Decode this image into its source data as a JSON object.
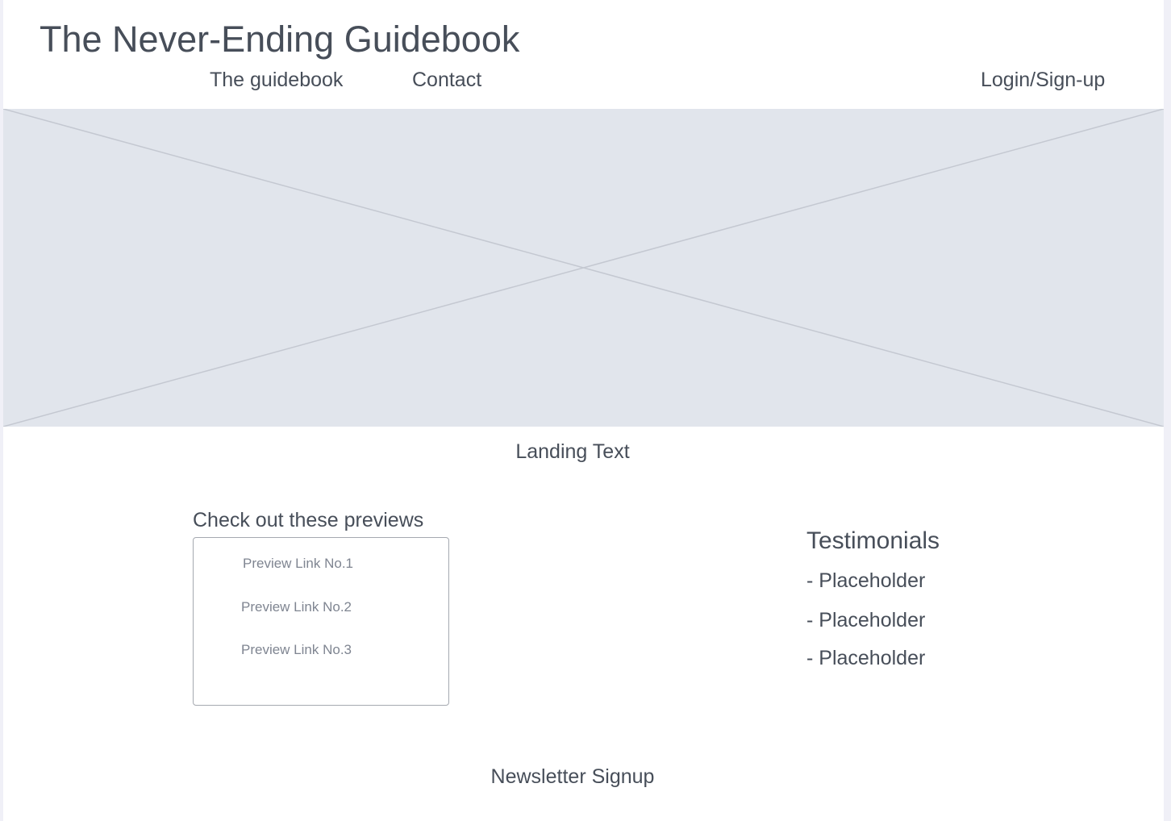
{
  "header": {
    "title": "The Never-Ending Guidebook",
    "nav": {
      "guidebook": "The guidebook",
      "contact": "Contact",
      "login": "Login/Sign-up"
    }
  },
  "hero": {
    "placeholder_icon": "image-placeholder-cross"
  },
  "landing": {
    "text": "Landing Text"
  },
  "previews": {
    "heading": "Check out these previews",
    "links": [
      "Preview Link No.1",
      "Preview Link No.2",
      "Preview Link No.3"
    ]
  },
  "testimonials": {
    "heading": "Testimonials",
    "items": [
      "- Placeholder",
      "- Placeholder",
      "- Placeholder"
    ]
  },
  "newsletter": {
    "heading": "Newsletter Signup"
  },
  "colors": {
    "text": "#474e59",
    "muted_link": "#7f8591",
    "hero_fill": "#e1e5ec",
    "hero_lines": "#c4c8d1",
    "box_border": "#a5a9b0",
    "page_bg": "#ffffff",
    "outer_bg": "#f0f0f7"
  }
}
